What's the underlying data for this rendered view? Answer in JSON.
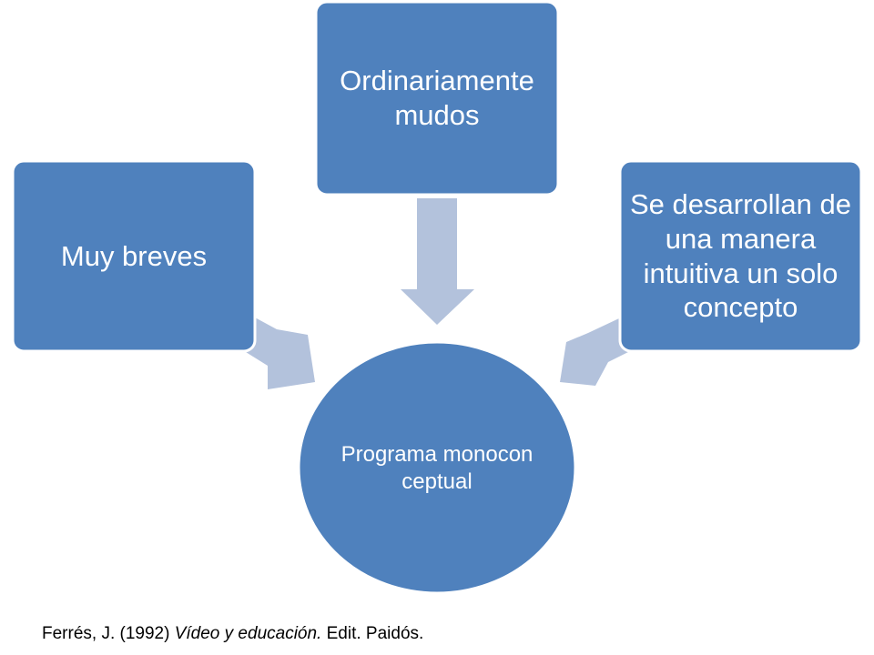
{
  "diagram": {
    "center": {
      "label": "Programa monoconceptual"
    },
    "nodes": [
      {
        "label": "Muy breves"
      },
      {
        "label": "Ordinariamente mudos"
      },
      {
        "label": "Se desarrollan de una manera intuitiva un solo concepto"
      }
    ],
    "colors": {
      "node_fill": "#4F81BD",
      "node_border": "#FFFFFF",
      "arrow_fill": "#B3C2DC"
    }
  },
  "citation": {
    "prefix": "Ferrés, J. (1992) ",
    "title": "Vídeo y educación.",
    "suffix": " Edit. Paidós."
  }
}
